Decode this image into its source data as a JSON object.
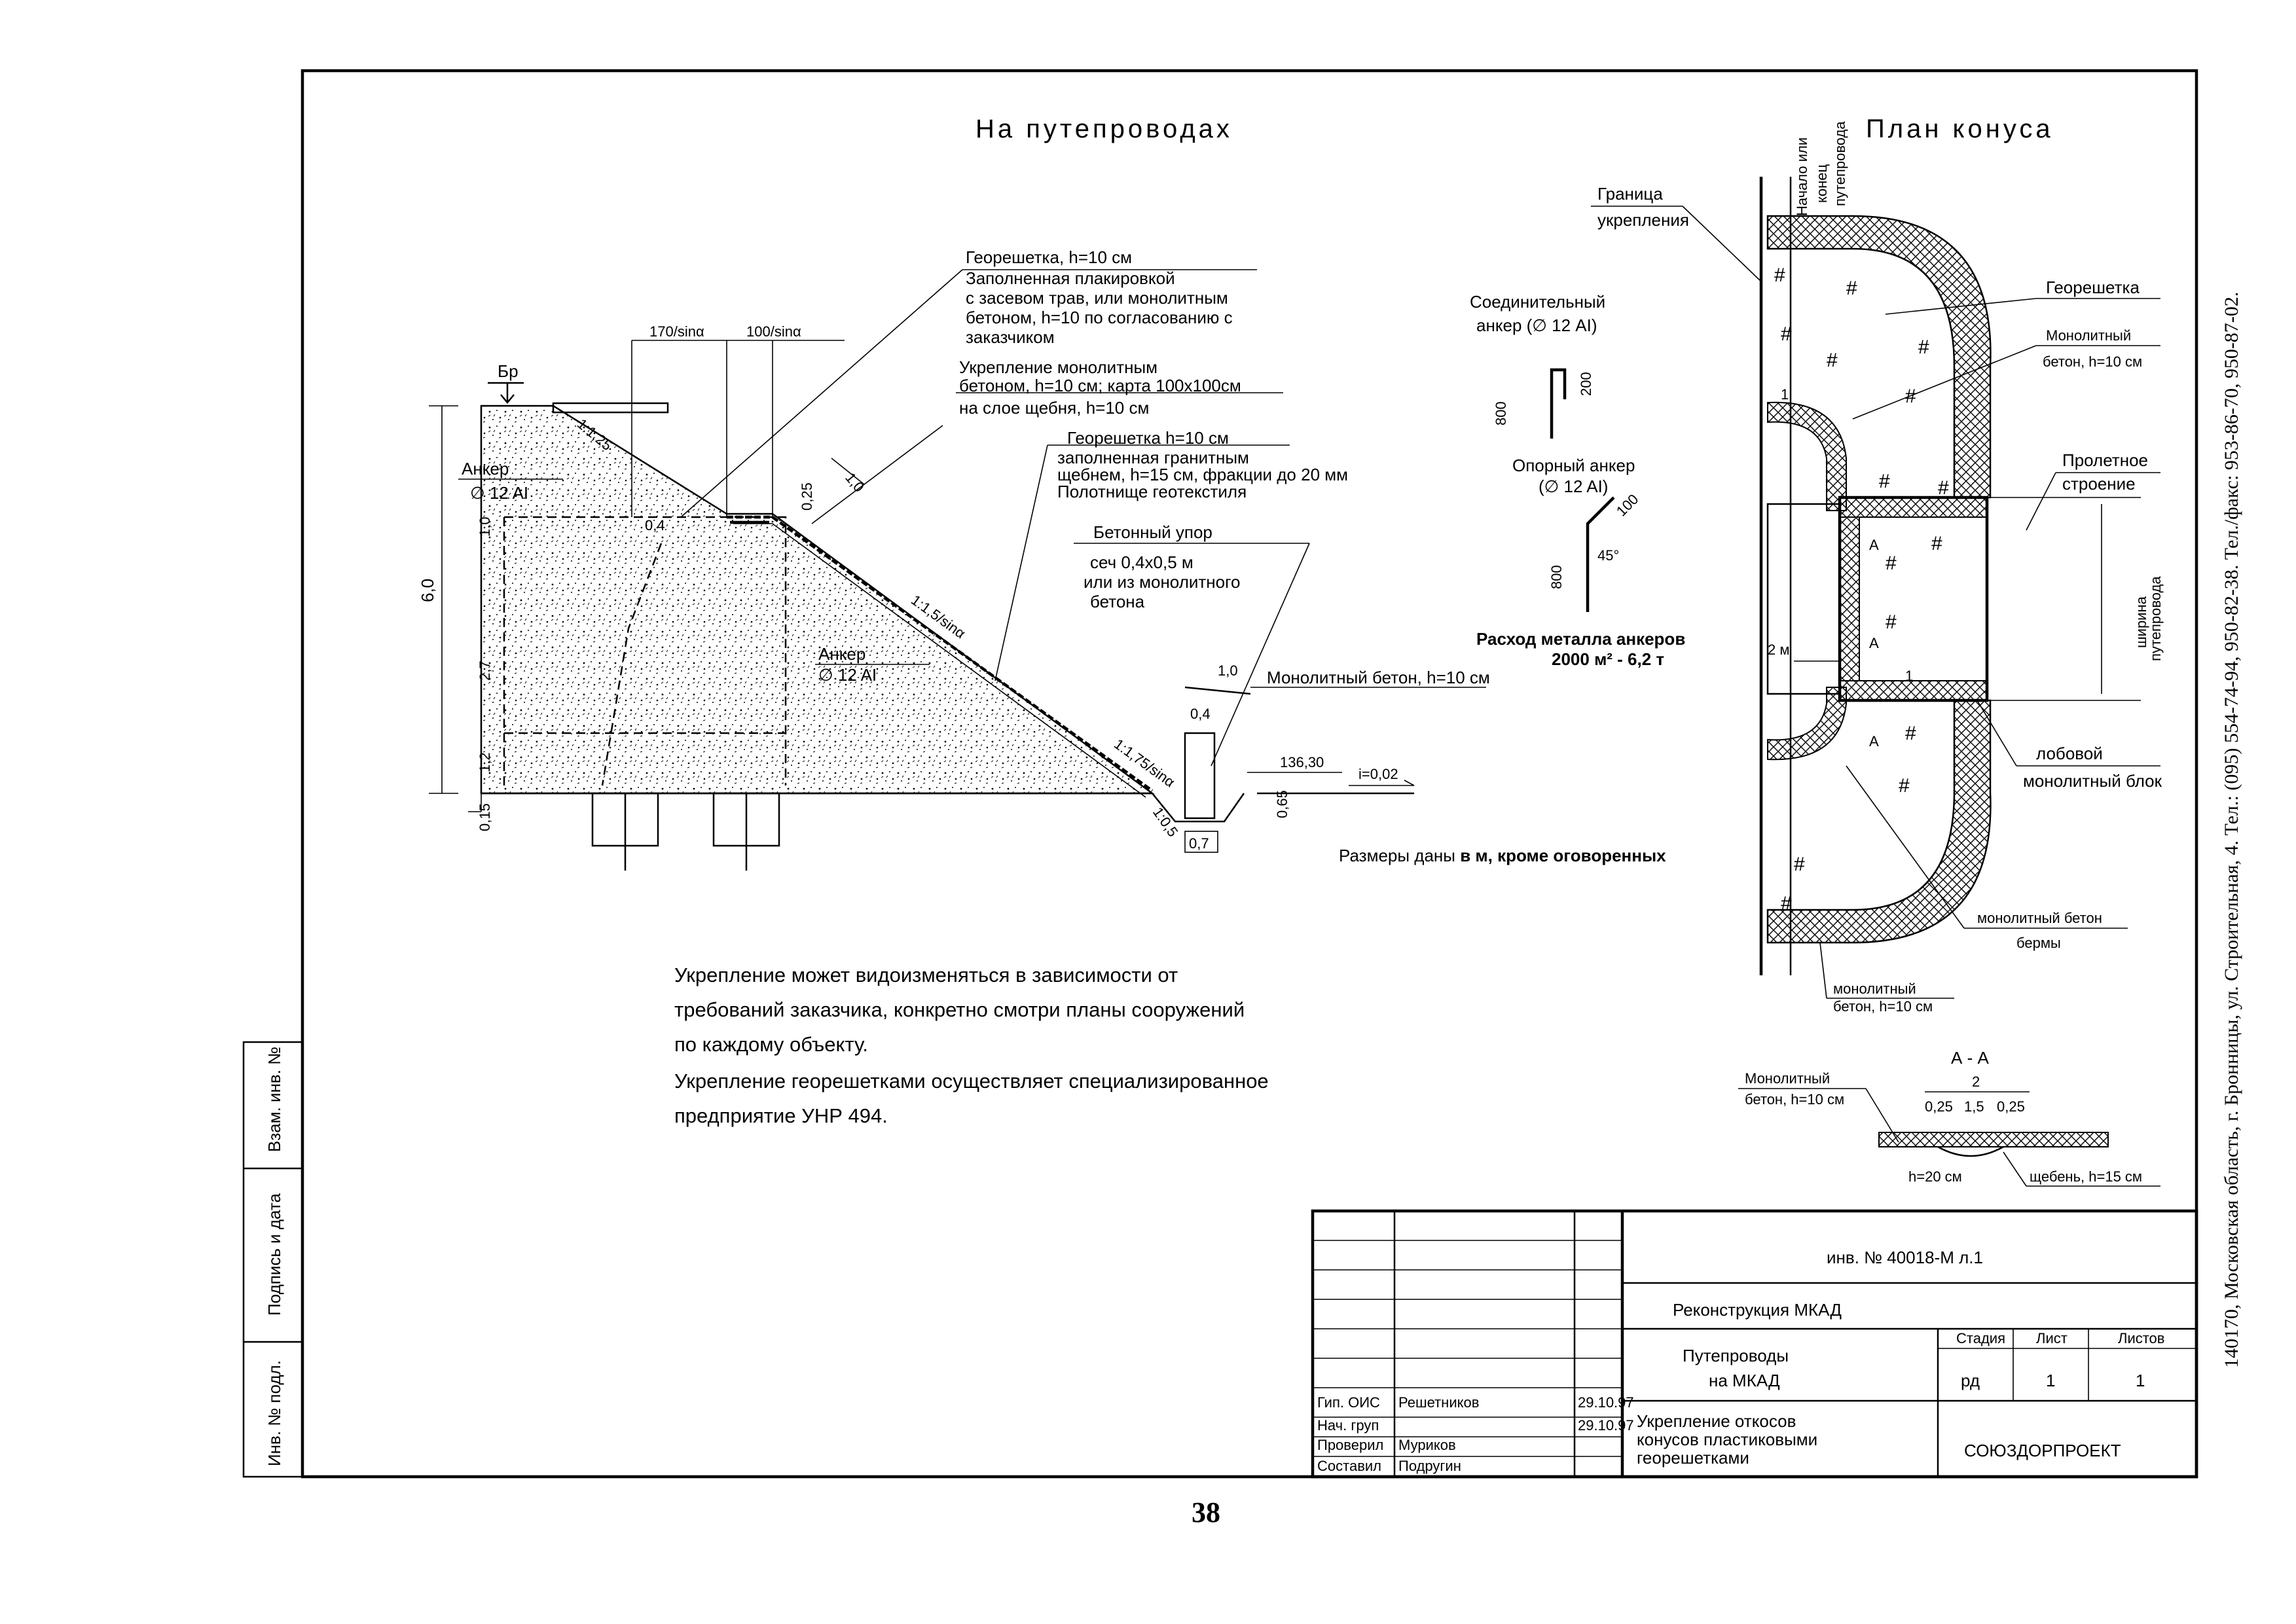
{
  "section": {
    "title": "На путепроводах",
    "georeshetka_top": "Георешетка, h=10 см",
    "fill_note": [
      "Заполненная плакировкой",
      "с засевом трав, или монолитным",
      "бетоном, h=10 по согласованию с",
      "заказчиком"
    ],
    "ukreplenie": [
      "Укрепление монолитным",
      "бетоном, h=10 см; карта 100х100см",
      "на слое щебня,  h=10 см"
    ],
    "georeshetka_granit": [
      "Георешетка h=10 см",
      "заполненная гранитным",
      "щебнем, h=15 см, фракции до 20 мм",
      "Полотнище геотекстиля"
    ],
    "upor": [
      "Бетонный упор",
      "сеч 0,4х0,5 м",
      "или из монолитного",
      "бетона"
    ],
    "monolit_beton": "Монолитный бетон, h=10 см",
    "br": "Бр",
    "anker1": "Анкер",
    "anker1_d": "∅ 12 AI",
    "anker2": "Анкер",
    "anker2_d": "∅ 12 AI",
    "dim_170": "170/sinα",
    "dim_100": "100/sinα",
    "slope_top": "1:1,25",
    "slope_mid": "1:1,5/sinα",
    "slope_low": "1:1,75/sinα",
    "slope_ditch": "1:0,5",
    "dim_6_0": "6,0",
    "dim_1_0a": "1,0",
    "dim_2_7": "2,7",
    "dim_1_2": "1,2",
    "dim_0_15": "0,15",
    "dim_0_25": "0,25",
    "dim_1_0b": "1,0",
    "dim_0_4a": "0,4",
    "dim_1_0c": "1,0",
    "dim_0_4b": "0,4",
    "dim_0_7": "0,7",
    "dim_0_65": "0,65",
    "elev": "136,30",
    "slope_i": "i=0,02",
    "sizes_prefix": "Размеры даны ",
    "sizes_bold": "в м, кроме оговоренных"
  },
  "anchors": {
    "connect_title": [
      "Соединительный",
      "анкер  (∅ 12 AI)"
    ],
    "connect_800": "800",
    "connect_200": "200",
    "support_title": [
      "Опорный анкер",
      "(∅ 12 AI)"
    ],
    "support_100": "100",
    "support_45": "45°",
    "support_800": "800",
    "consumption": [
      "Расход металла анкеров",
      "2000 м² - 6,2 т"
    ]
  },
  "plan": {
    "title": "План конуса",
    "start_label": [
      "Начало или",
      "конец",
      "путепровода"
    ],
    "granica": [
      "Граница",
      "укрепления"
    ],
    "georeshetka": "Георешетка",
    "monolit_right": [
      "Монолитный",
      "бетон, h=10 см"
    ],
    "proletnoe": [
      "Пролетное",
      "строение"
    ],
    "shirina": [
      "ширина",
      "путепровода"
    ],
    "lobovoy": [
      "лобовой",
      "монолитный блок"
    ],
    "berm": [
      "монолитный бетон",
      "бермы"
    ],
    "monolit_bottom": [
      "монолитный",
      "бетон, h=10 см"
    ],
    "dim_2m": "2 м",
    "sec_a": "А",
    "one": "1"
  },
  "section_aa": {
    "title": "А - А",
    "monolit": [
      "Монолитный",
      "бетон, h=10 см"
    ],
    "d2": "2",
    "d025a": "0,25",
    "d15": "1,5",
    "d025b": "0,25",
    "h20": "h=20 см",
    "scheben": "щебень, h=15 см"
  },
  "notes": [
    "Укрепление может видоизменяться в зависимости от",
    "требований заказчика, конкретно смотри планы сооружений",
    "по каждому объекту.",
    "Укрепление георешетками осуществляет специализированное",
    "предприятие УНР 494."
  ],
  "side_stamp": [
    "Взам. инв. №",
    "Подпись и дата",
    "Инв. № подл."
  ],
  "address": "140170, Московская область, г. Бронницы, ул. Строительная, 4. Тел.: (095) 554-74-94, 950-82-38. Тел./факс: 953-86-70, 950-87-02.",
  "title_block": {
    "inv": "инв. № 40018-М  л.1",
    "project": "Реконструкция МКАД",
    "object": [
      "Путепроводы",
      "на МКАД"
    ],
    "sheet_title": [
      "Укрепление откосов",
      "конусов пластиковыми",
      "георешетками"
    ],
    "stage_h": "Стадия",
    "list_h": "Лист",
    "lists_h": "Листов",
    "stage": "рд",
    "list": "1",
    "lists": "1",
    "org": "СОЮЗДОРПРОЕКТ",
    "roles": [
      {
        "role": "Гип. ОИС",
        "name": "Решетников",
        "date": "29.10.97"
      },
      {
        "role": "Нач. груп",
        "name": "",
        "date": "29.10.97"
      },
      {
        "role": "Проверил",
        "name": "Муриков",
        "date": ""
      },
      {
        "role": "Составил",
        "name": "Подругин",
        "date": ""
      }
    ]
  },
  "page_number": "38"
}
